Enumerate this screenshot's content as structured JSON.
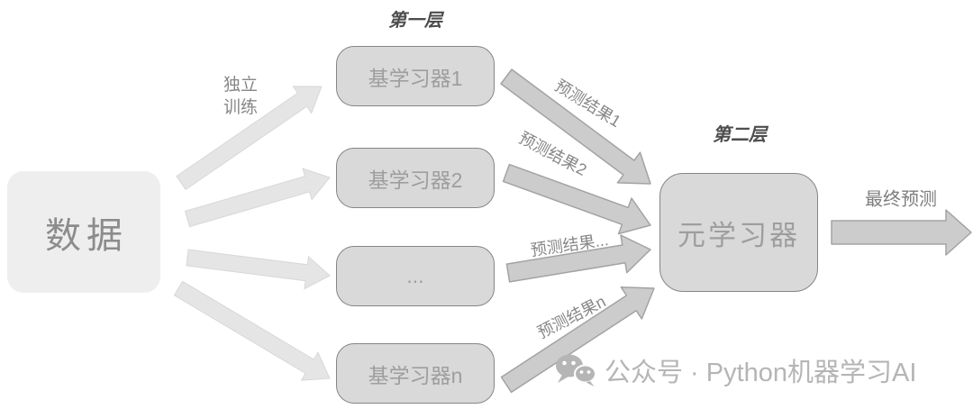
{
  "diagram": {
    "layer1_label": "第一层",
    "layer2_label": "第二层",
    "data_box_label": "数据",
    "train_label_line1": "独立",
    "train_label_line2": "训练",
    "base_learners": [
      "基学习器1",
      "基学习器2",
      "...",
      "基学习器n"
    ],
    "prediction_labels": [
      "预测结果1",
      "预测结果2",
      "预测结果...",
      "预测结果n"
    ],
    "meta_learner_label": "元学习器",
    "final_label": "最终预测"
  },
  "watermark": {
    "icon": "wechat-icon",
    "text": "公众号 · Python机器学习AI"
  },
  "colors": {
    "canvas_bg": "#ffffff",
    "data_box_bg": "#eeeeee",
    "data_box_text": "#8c8c8c",
    "learner_box_bg": "#d9d9d9",
    "learner_box_border": "#858585",
    "learner_box_text": "#9e9e9e",
    "layer_label_text": "#4d4d4d",
    "arrow_label_text": "#878787",
    "final_label_text": "#7e7e7e",
    "fan_arrow_fill": "#e5e5e5",
    "fan_arrow_stroke": "#d8d8d8",
    "pred_arrow_fill": "#cccccc",
    "pred_arrow_stroke": "#a3a3a3",
    "watermark_text": "#b5b5b5"
  }
}
